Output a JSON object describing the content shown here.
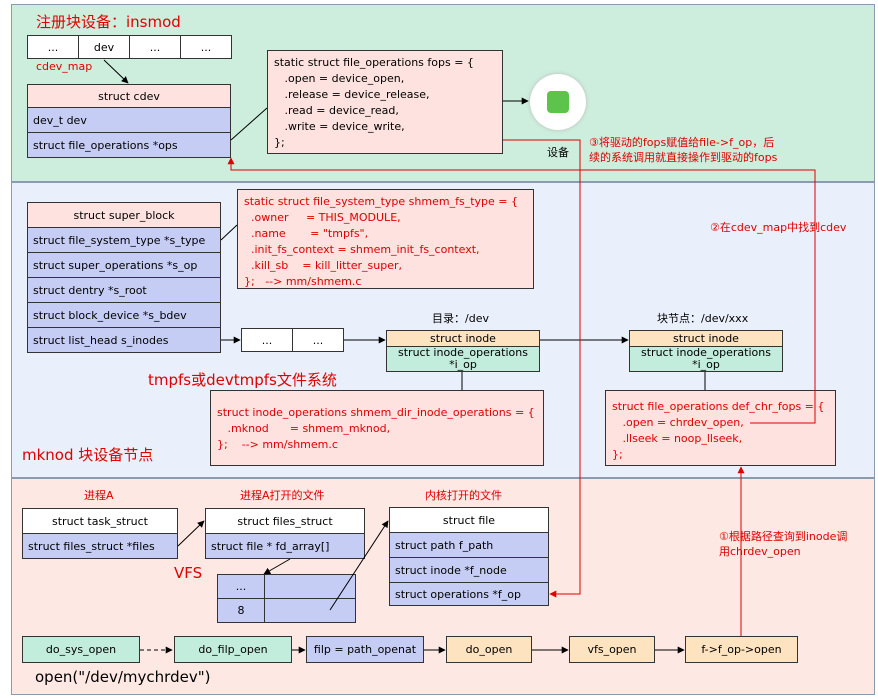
{
  "section1": {
    "title": "注册块设备：insmod",
    "cdev_map": {
      "label": "cdev_map",
      "cells": [
        "...",
        "dev",
        "...",
        "..."
      ]
    },
    "struct_cdev": {
      "header": "struct cdev",
      "fields": [
        "dev_t dev",
        "struct file_operations *ops"
      ]
    },
    "fops_code": "static struct file_operations fops = {\n   .open = device_open,\n   .release = device_release,\n   .read = device_read,\n   .write = device_write,\n};",
    "device_label": "设备",
    "note3": "③将驱动的fops赋值给file->f_op，后\n续的系统调用就直接操作到驱动的fops"
  },
  "section2": {
    "super_block": {
      "header": "struct super_block",
      "fields": [
        "struct file_system_type *s_type",
        "struct super_operations *s_op",
        "struct dentry *s_root",
        "struct block_device *s_bdev",
        "struct list_head s_inodes"
      ]
    },
    "fs_type_code": "static struct file_system_type shmem_fs_type = {\n  .owner     = THIS_MODULE,\n  .name       = \"tmpfs\",\n  .init_fs_context = shmem_init_fs_context,\n  .kill_sb    = kill_litter_super,\n};   --> mm/shmem.c",
    "list_cells": [
      "...",
      "..."
    ],
    "dir_label": "目录：/dev",
    "dir_inode": {
      "header": "struct inode",
      "body": "struct inode_operations\n*i_op"
    },
    "blk_label": "块节点：/dev/xxx",
    "blk_inode": {
      "header": "struct inode",
      "body": "struct inode_operations\n*i_op"
    },
    "fs_label": "tmpfs或devtmpfs文件系统",
    "dir_ops_code": "struct inode_operations shmem_dir_inode_operations = {\n   .mknod      = shmem_mknod,\n};    --> mm/shmem.c",
    "chr_fops_code": "struct file_operations def_chr_fops = {\n   .open = chrdev_open,\n   .llseek = noop_llseek,\n};",
    "note2": "②在cdev_map中找到cdev",
    "mknod_label": "mknod 块设备节点"
  },
  "section3": {
    "procA_label": "进程A",
    "task_struct": {
      "header": "struct task_struct",
      "field": "struct files_struct    *files"
    },
    "files_label": "进程A打开的文件",
    "files_struct": {
      "header": "struct files_struct",
      "field": "struct file  * fd_array[]"
    },
    "vfs_label": "VFS",
    "fd_cells": [
      "...",
      "8"
    ],
    "kfile_label": "内核打开的文件",
    "struct_file": {
      "header": "struct file",
      "fields": [
        "struct path f_path",
        "struct inode *f_node",
        "struct operations *f_op"
      ]
    },
    "note1": "①根据路径查询到inode调\n用chrdev_open",
    "flow": [
      "do_sys_open",
      "do_filp_open",
      "filp = path_openat",
      "do_open",
      "vfs_open",
      "f->f_op->open"
    ],
    "open_call": "open(\"/dev/mychrdev\")"
  }
}
